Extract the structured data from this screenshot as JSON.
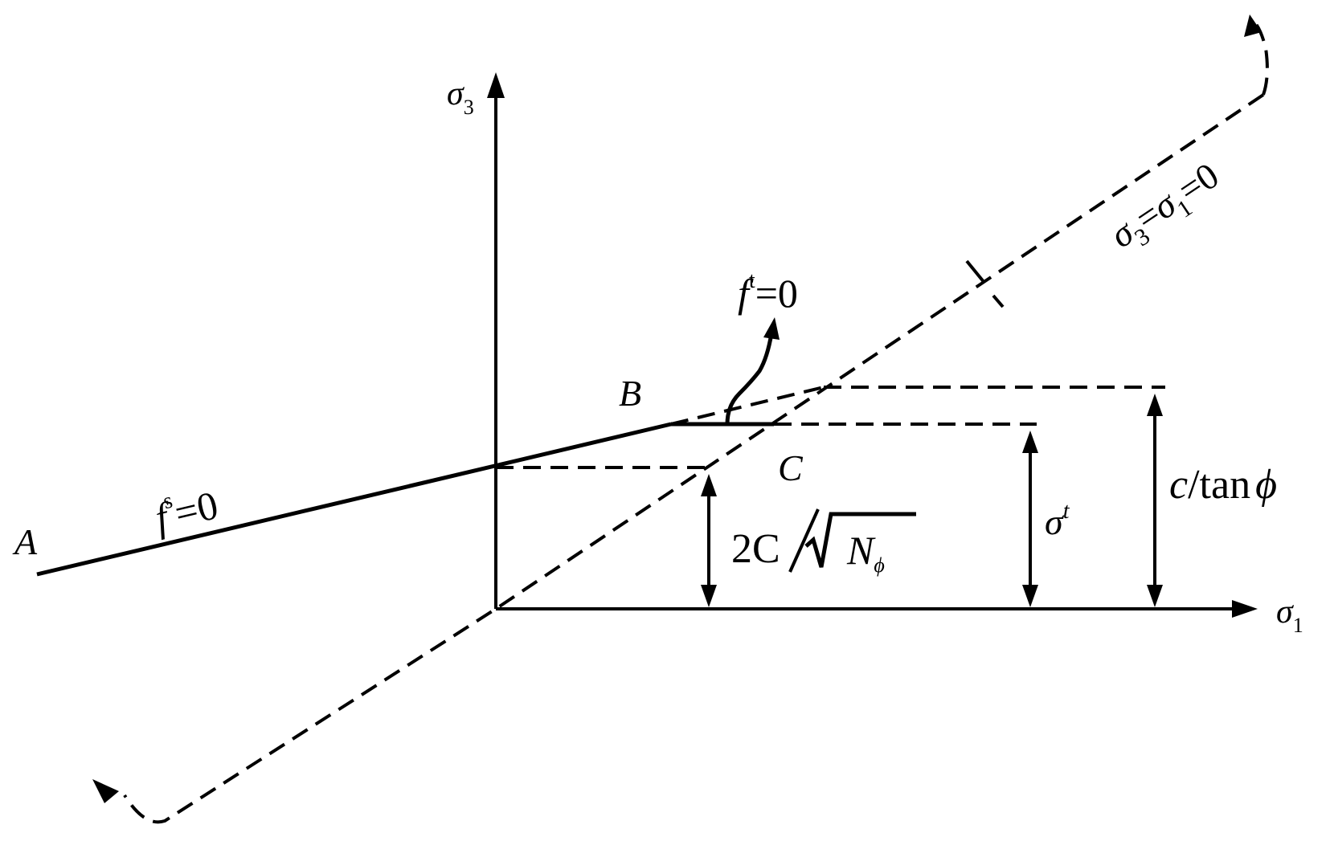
{
  "labels": {
    "axis_y_sym": "σ",
    "axis_y_sub": "3",
    "axis_x_sym": "σ",
    "axis_x_sub": "1",
    "point_a": "A",
    "point_b": "B",
    "point_c": "C",
    "shear_f": "f",
    "shear_sup": "s",
    "shear_eq": "=0",
    "tension_f": "f",
    "tension_sup": "t",
    "tension_eq": "=0",
    "diag_s3": "σ",
    "diag_s3_sub": "3",
    "diag_eq1": "=",
    "diag_s1": "σ",
    "diag_s1_sub": "1",
    "diag_eq2": "=0",
    "dim_left_2c": "2C",
    "dim_left_n": "N",
    "dim_left_n_sub": "ϕ",
    "dim_mid_sym": "σ",
    "dim_mid_sup": "t",
    "dim_right_c": "c",
    "dim_right_tan": "/tan",
    "dim_right_phi": "ϕ"
  },
  "colors": {
    "line": "#000000",
    "background": "#ffffff"
  }
}
